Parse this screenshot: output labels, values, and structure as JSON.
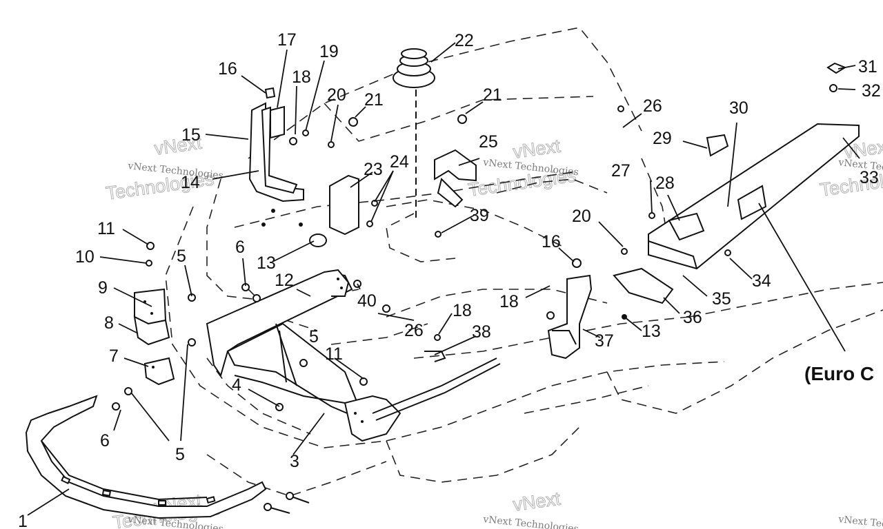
{
  "callouts": {
    "c1": "1",
    "c3": "3",
    "c4": "4",
    "c5a": "5",
    "c5b": "5",
    "c5c": "5",
    "c6a": "6",
    "c6b": "6",
    "c7": "7",
    "c8": "8",
    "c9": "9",
    "c10": "10",
    "c11a": "11",
    "c11b": "11",
    "c12": "12",
    "c13a": "13",
    "c13b": "13",
    "c14": "14",
    "c15": "15",
    "c16a": "16",
    "c16b": "16",
    "c17": "17",
    "c18a": "18",
    "c18b": "18",
    "c18c": "18",
    "c19": "19",
    "c20a": "20",
    "c20b": "20",
    "c21a": "21",
    "c21b": "21",
    "c22": "22",
    "c23": "23",
    "c24": "24",
    "c25": "25",
    "c26a": "26",
    "c26b": "26",
    "c27": "27",
    "c28": "28",
    "c29": "29",
    "c30": "30",
    "c31": "31",
    "c32": "32",
    "c33": "33",
    "c34": "34",
    "c35": "35",
    "c36": "36",
    "c37": "37",
    "c38": "38",
    "c39": "39",
    "c40": "40"
  },
  "note": "(Euro C",
  "watermark": {
    "small": "vNext Technologies",
    "big_top": "vNext",
    "big_bottom": "Technologies"
  }
}
